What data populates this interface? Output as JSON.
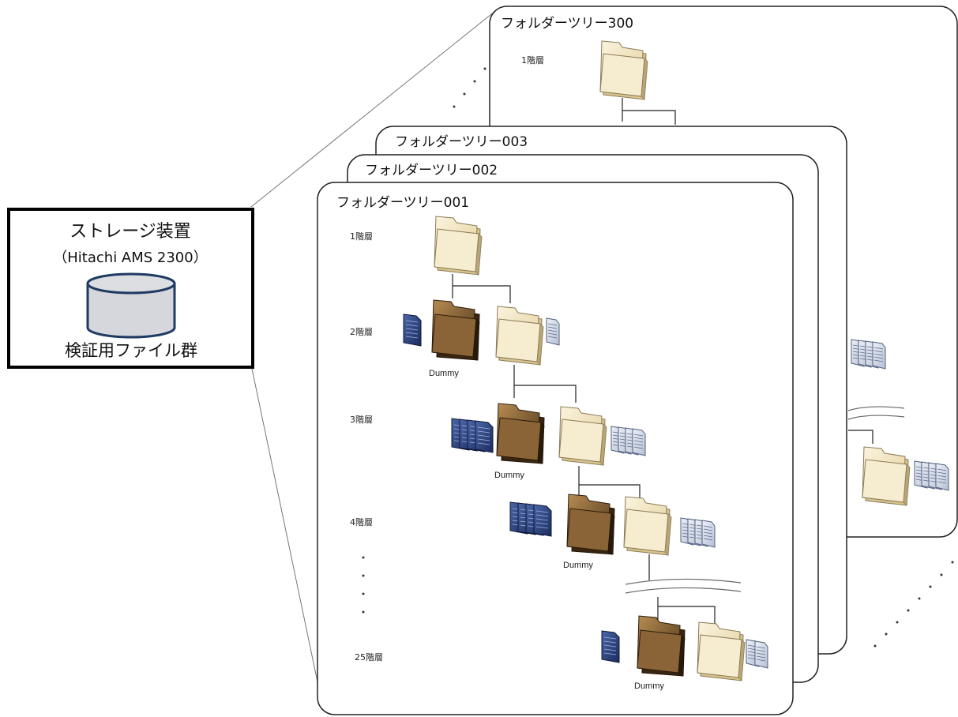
{
  "storage": {
    "title": "ストレージ装置",
    "model": "（Hitachi AMS 2300）",
    "label": "検証用ファイル群"
  },
  "trees": {
    "t300": {
      "title": "フォルダーツリー300",
      "layer1": "1階層"
    },
    "t003": {
      "title": "フォルダーツリー003"
    },
    "t002": {
      "title": "フォルダーツリー002"
    },
    "t001": {
      "title": "フォルダーツリー001",
      "layers": [
        "1階層",
        "2階層",
        "3階層",
        "4階層",
        "25階層"
      ],
      "dummy": "Dummy"
    }
  },
  "icons": {
    "folder": "folder-icon",
    "dummy_folder": "dummy-folder-icon",
    "file": "file-icon",
    "files": "files-stack-icon",
    "disk": "disk-cylinder-icon"
  },
  "colors": {
    "folder_light": "#f3e7c4",
    "folder_dark": "#7b5a2e",
    "file_blue": "#2a3f7a",
    "file_light": "#c7cfe0",
    "disk_fill": "#d5d7dc"
  }
}
